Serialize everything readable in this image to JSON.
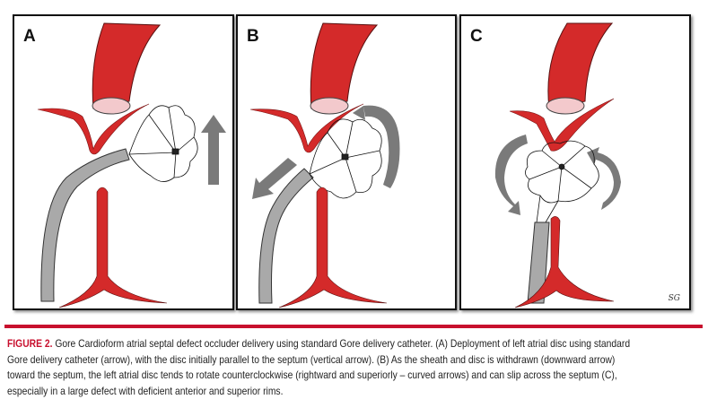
{
  "panels": [
    {
      "label": "A"
    },
    {
      "label": "B"
    },
    {
      "label": "C",
      "signature": "SG"
    }
  ],
  "caption": {
    "figure_label": "FIGURE 2.",
    "lines": [
      " Gore Cardioform atrial septal defect occluder delivery using standard Gore delivery catheter. (A) Deployment of left atrial disc using standard",
      "Gore delivery catheter (arrow), with the disc initially parallel to the septum (vertical arrow). (B) As the sheath and disc is withdrawn (downward arrow)",
      "toward the septum, the left atrial disc tends to rotate counterclockwise (rightward and superiorly – curved arrows) and can slip across the septum (C),",
      "especially in a large defect with deficient anterior and superior rims."
    ]
  },
  "colors": {
    "tissue": "#d42a2a",
    "catheter": "#a9a9a9",
    "arrow": "#7a7a7a",
    "rule": "#c8102e"
  }
}
